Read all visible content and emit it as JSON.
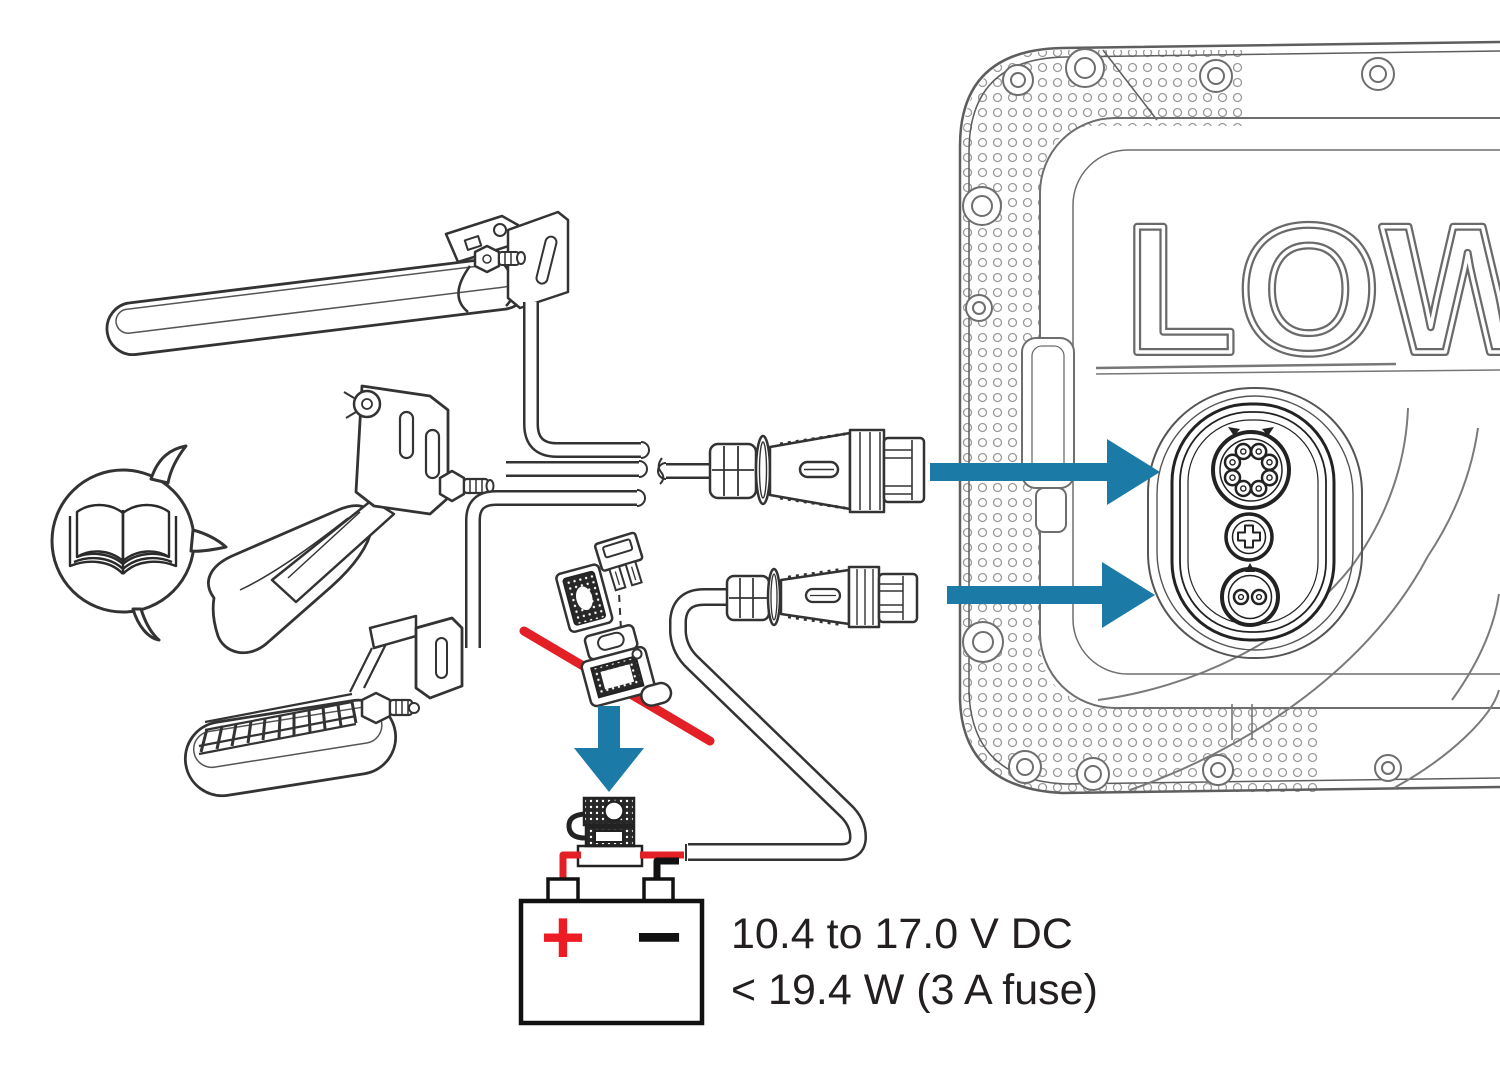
{
  "device": {
    "logo_text": "LOW"
  },
  "power_spec": {
    "line1": "10.4 to 17.0 V DC",
    "line2": "< 19.4 W (3 A fuse)"
  },
  "battery": {
    "positive_label": "+",
    "negative_label": "−"
  },
  "colors": {
    "arrow_blue": "#1b7aa6",
    "wire_red": "#e42027",
    "positive_red": "#ed1c24",
    "text_dark": "#231f20",
    "line_dark": "#333333",
    "line_gray": "#6e6e6e"
  },
  "icons": {
    "manual_bubble": "open-book-in-speech-bubble",
    "connect_arrow_top": "arrow-right",
    "connect_arrow_bottom": "arrow-right",
    "insert_arrow": "arrow-down"
  }
}
